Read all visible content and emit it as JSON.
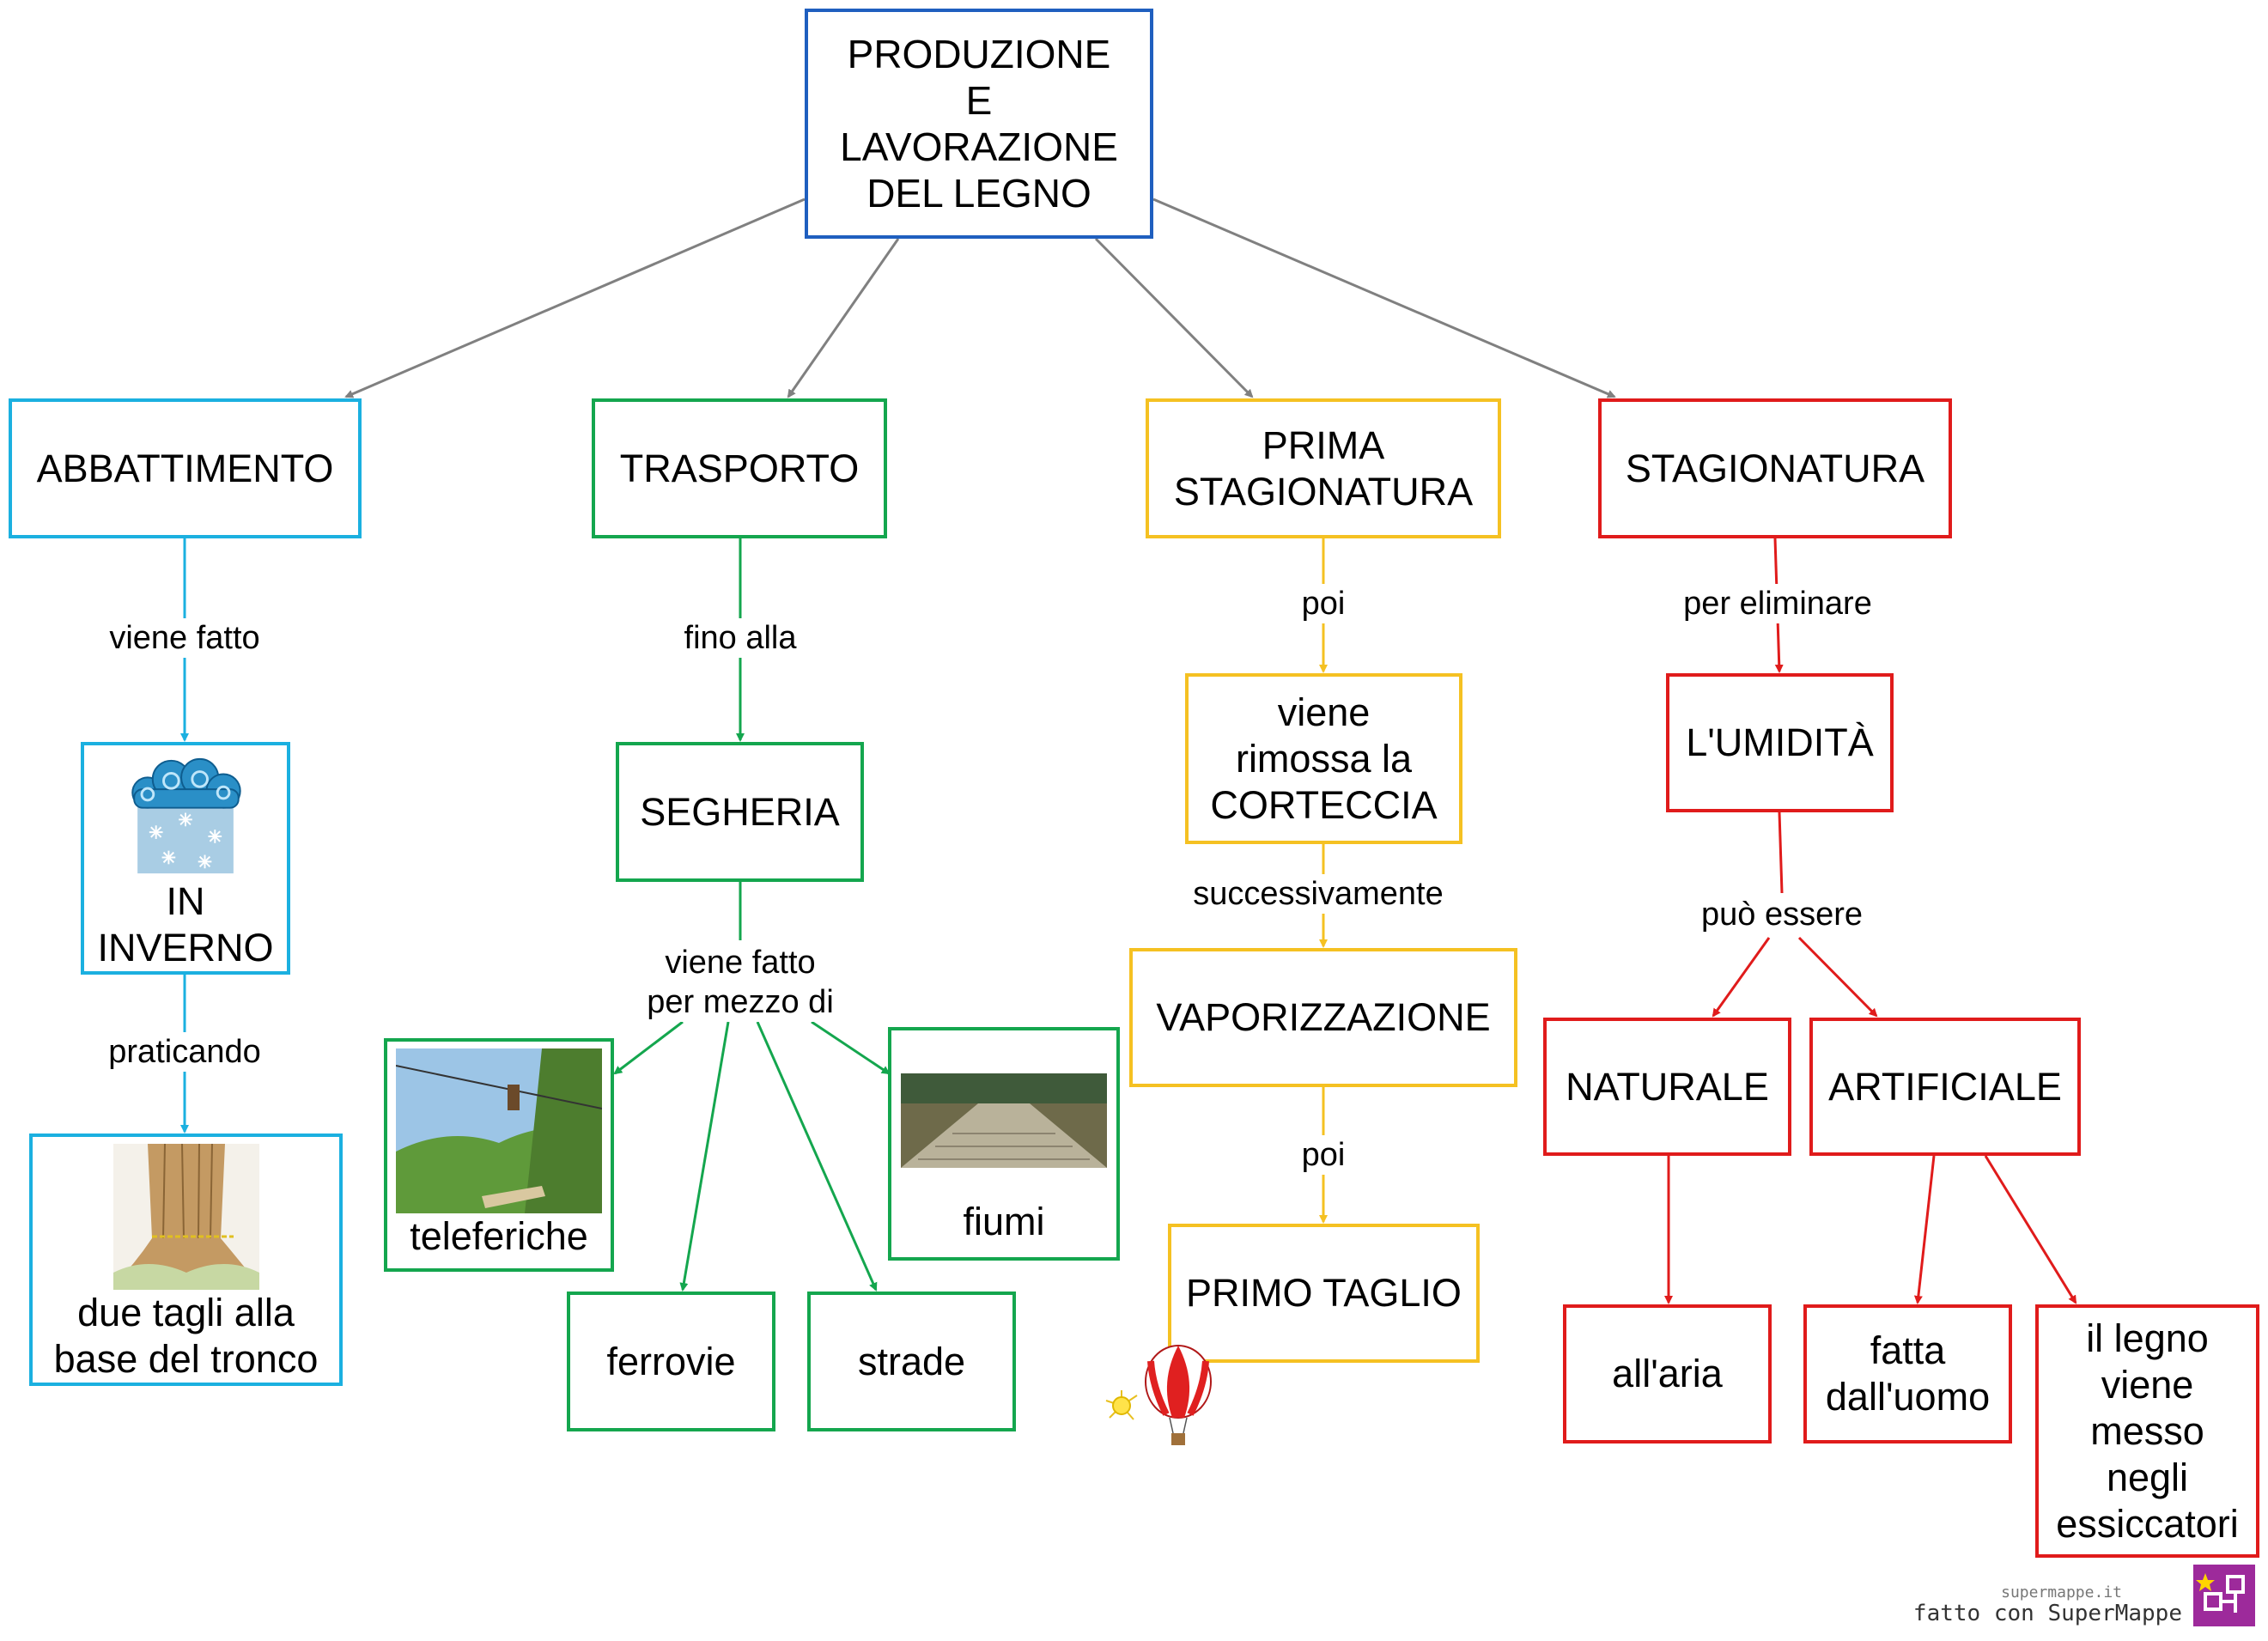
{
  "colors": {
    "root": "#1f5fbf",
    "abbattimento": "#1bb0e0",
    "trasporto": "#14a64e",
    "prima_stagionatura": "#f5c122",
    "stagionatura": "#e01b1b",
    "root_edge": "#808080"
  },
  "nodes": {
    "root": "PRODUZIONE\nE\nLAVORAZIONE\nDEL LEGNO",
    "abbattimento": "ABBATTIMENTO",
    "trasporto": "TRASPORTO",
    "prima_stagionatura": "PRIMA\nSTAGIONATURA",
    "stagionatura": "STAGIONATURA",
    "in_inverno": "IN\nINVERNO",
    "due_tagli": "due tagli alla\nbase del tronco",
    "segheria": "SEGHERIA",
    "teleferiche": "teleferiche",
    "fiumi": "fiumi",
    "ferrovie": "ferrovie",
    "strade": "strade",
    "corteccia": "viene\nrimossa la\nCORTECCIA",
    "vaporizzazione": "VAPORIZZAZIONE",
    "primo_taglio": "PRIMO TAGLIO",
    "umidita": "L'UMIDITÀ",
    "naturale": "NATURALE",
    "artificiale": "ARTIFICIALE",
    "all_aria": "all'aria",
    "fatta_uomo": "fatta\ndall'uomo",
    "essiccatori": "il legno\nviene\nmesso\nnegli\nessiccatori"
  },
  "edge_labels": {
    "viene_fatto_1": "viene fatto",
    "praticando": "praticando",
    "fino_alla": "fino alla",
    "viene_fatto_mezzo": "viene fatto\nper mezzo di",
    "poi_1": "poi",
    "successivamente": "successivamente",
    "poi_2": "poi",
    "per_eliminare": "per eliminare",
    "puo_essere": "può essere"
  },
  "icons": {
    "winter": "snow-cloud-icon",
    "trunk": "tree-trunk-icon",
    "cable": "cableway-photo",
    "river": "river-logs-photo",
    "balloon": "hot-air-balloon-icon"
  },
  "footer": {
    "site": "supermappe.it",
    "made_with": "fatto con SuperMappe"
  }
}
